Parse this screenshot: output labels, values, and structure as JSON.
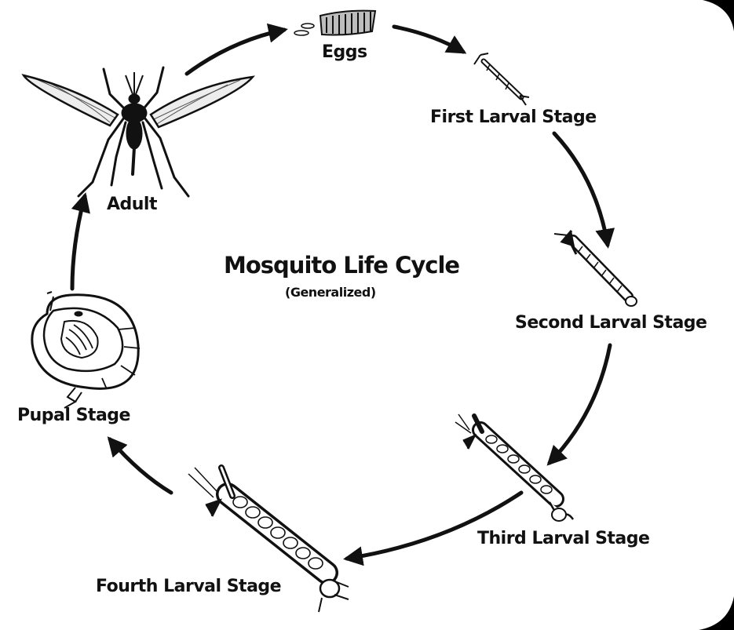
{
  "title": "Mosquito Life Cycle",
  "subtitle": "(Generalized)",
  "stages": [
    {
      "key": "eggs",
      "label": "Eggs"
    },
    {
      "key": "first-larval",
      "label": "First Larval Stage"
    },
    {
      "key": "second-larval",
      "label": "Second Larval Stage"
    },
    {
      "key": "third-larval",
      "label": "Third Larval Stage"
    },
    {
      "key": "fourth-larval",
      "label": "Fourth Larval Stage"
    },
    {
      "key": "pupal",
      "label": "Pupal Stage"
    },
    {
      "key": "adult",
      "label": "Adult"
    }
  ],
  "colors": {
    "line": "#111111",
    "fill_light": "#ffffff",
    "fill_gray": "#bdbdbd",
    "frame_corner": "#000000"
  }
}
